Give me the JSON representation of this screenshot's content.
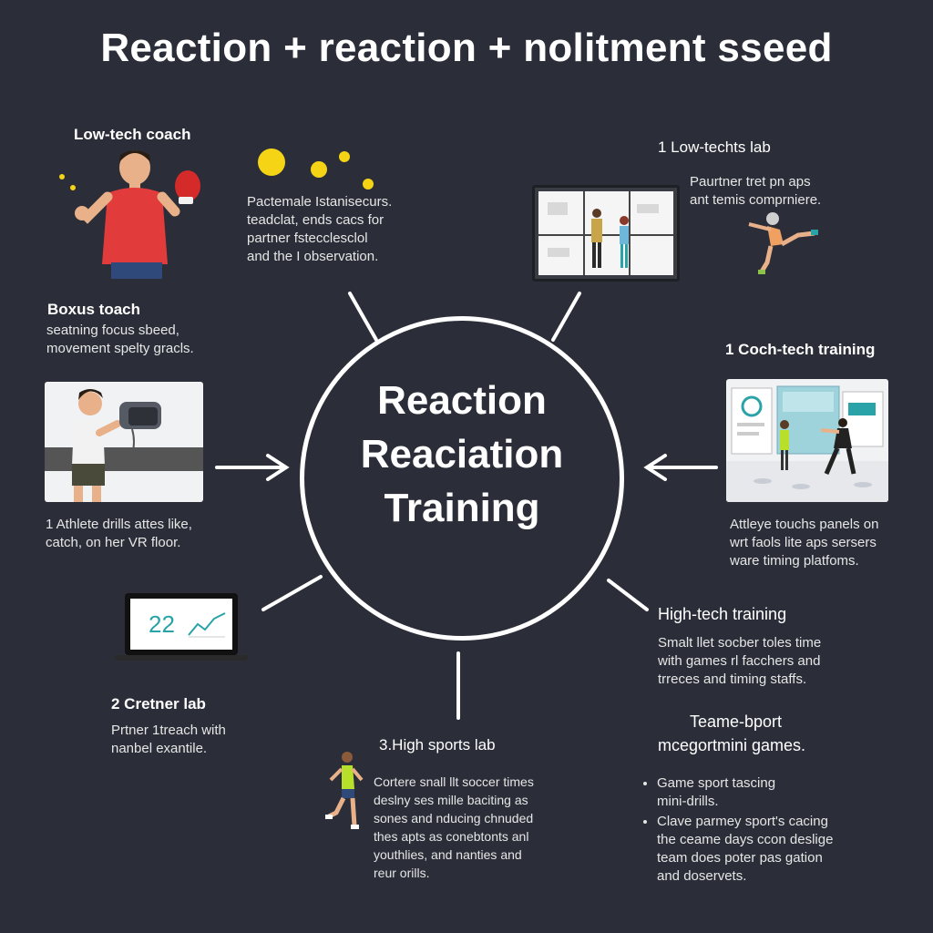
{
  "title": "Reaction + reaction + nolitment sseed",
  "center": {
    "line1": "Reaction",
    "line2": "Reaciation",
    "line3": "Training"
  },
  "low_tech_coach": {
    "heading": "Low-tech coach",
    "text": [
      "Pactemale Istanisecurs.",
      "teadclat, ends cacs for",
      "partner fstecclesclol",
      "and the I observation."
    ]
  },
  "low_techts_lab": {
    "heading": "1 Low-techts lab",
    "text": [
      "Paurtner tret pn aps",
      "ant temis comprniere."
    ]
  },
  "boxus_toach": {
    "heading": "Boxus toach",
    "text": [
      "seatning focus sbeed,",
      "movement spelty gracls."
    ]
  },
  "coch_tech_training": {
    "heading": "1 Coch-tech training"
  },
  "athlete_drills": {
    "text": [
      "1 Athlete drills attes like,",
      "catch, on her VR floor."
    ]
  },
  "athleye_touchs": {
    "text": [
      "Attleye touchs panels on",
      "wrt faols lite aps sersers",
      "ware timing platfoms."
    ]
  },
  "laptop_screen": {
    "value": "22"
  },
  "cretner_lab": {
    "heading": "2 Cretner lab",
    "text": [
      "Prtner 1treach with",
      "nanbel exantile."
    ]
  },
  "high_tech_training": {
    "heading": "High-tech training",
    "text": [
      "Smalt llet socber toles time",
      "with games rl facchers and",
      "trreces and timing staffs."
    ]
  },
  "high_sports_lab": {
    "heading": "3.High sports lab",
    "text": [
      "Cortere snall llt soccer times",
      "deslny ses mille baciting as",
      "sones and nducing chnuded",
      "thes apts as conebtonts anl",
      "youthlies, and nanties and",
      "reur orills."
    ]
  },
  "teame_bport": {
    "heading_line1": "Teame-bport",
    "heading_line2": "mcegortmini games.",
    "bullets": [
      [
        "Game sport tascing",
        "mini-drills."
      ],
      [
        "Clave parmey sport's cacing",
        "the ceame days ccon deslige",
        "team does poter pas gation",
        "and doservets."
      ]
    ]
  },
  "colors": {
    "background": "#2b2e38",
    "ring": "#ffffff",
    "ball_yellow": "#f5d416",
    "shirt_red": "#e13b3b",
    "chart_teal": "#2aa3a8",
    "neon_green": "#b8e02a"
  }
}
